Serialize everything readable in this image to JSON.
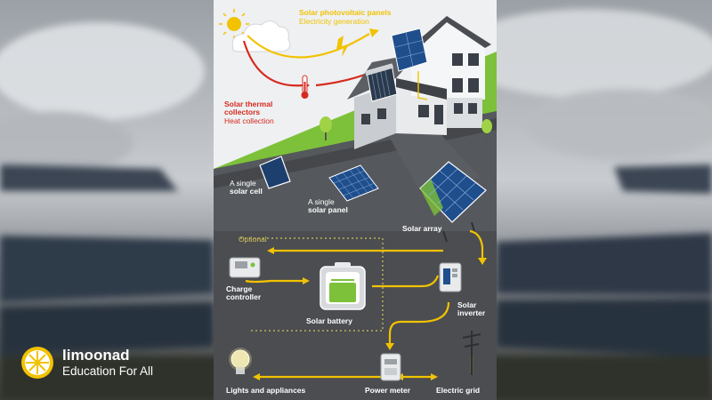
{
  "brand": {
    "name": "limoonad",
    "tagline": "Education For All",
    "logo_icon": "lemon-slice-icon"
  },
  "colors": {
    "flow_line": "#f2c200",
    "heat_line": "#d62a1f",
    "lawn": "#7dc13a",
    "ground": "#4b4d51",
    "panel": "#1f4e8c"
  },
  "labels": {
    "pv_title": "Solar photovoltaic panels",
    "pv_sub": "Electricity generation",
    "thermal_title_1": "Solar thermal",
    "thermal_title_2": "collectors",
    "thermal_sub": "Heat collection",
    "cell_1": "A single",
    "cell_2": "solar cell",
    "panel_1": "A single",
    "panel_2": "solar panel",
    "array": "Solar array",
    "optional": "Optional",
    "charge_1": "Charge",
    "charge_2": "controller",
    "battery": "Solar battery",
    "inverter_1": "Solar",
    "inverter_2": "inverter",
    "lights": "Lights and appliances",
    "meter": "Power meter",
    "grid": "Electric grid"
  }
}
